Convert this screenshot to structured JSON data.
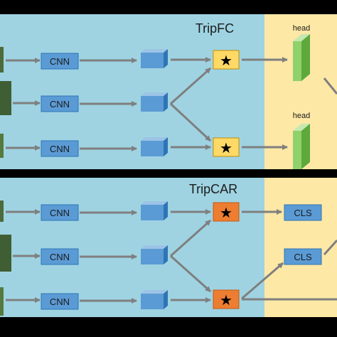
{
  "panels": [
    {
      "title": "TripFC",
      "colors": {
        "bg": "#9fd3e2",
        "right_bg": "#fde8a6",
        "star_box": "#ffd966"
      },
      "branches": [
        {
          "encoder": "CNN"
        },
        {
          "encoder": "CNN"
        },
        {
          "encoder": "CNN"
        }
      ],
      "heads": [
        {
          "label": "head"
        },
        {
          "label": "head"
        }
      ],
      "star": "★"
    },
    {
      "title": "TripCAR",
      "colors": {
        "bg": "#9fd3e2",
        "right_bg": "#fde8a6",
        "star_box": "#ed7d31"
      },
      "branches": [
        {
          "encoder": "CNN"
        },
        {
          "encoder": "CNN"
        },
        {
          "encoder": "CNN"
        }
      ],
      "classifiers": [
        {
          "label": "CLS"
        },
        {
          "label": "CLS"
        }
      ],
      "star": "★"
    }
  ],
  "colors": {
    "cnn_box": "#5b9bd5",
    "cnn_border": "#2e75b6",
    "arrow": "#7f7f7f",
    "head_green": "#8fd16a",
    "separator": "#000000"
  }
}
